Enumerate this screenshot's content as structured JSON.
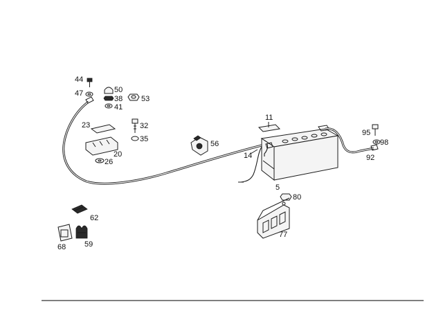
{
  "diagram": {
    "part_labels": {
      "p5": "5",
      "p11": "11",
      "p14": "14",
      "p20": "20",
      "p23": "23",
      "p26": "26",
      "p32": "32",
      "p35": "35",
      "p38": "38",
      "p41": "41",
      "p44": "44",
      "p47": "47",
      "p50": "50",
      "p53": "53",
      "p56": "56",
      "p59": "59",
      "p62": "62",
      "p68": "68",
      "p77": "77",
      "p80": "80",
      "p92": "92",
      "p95": "95",
      "p98": "98"
    }
  }
}
